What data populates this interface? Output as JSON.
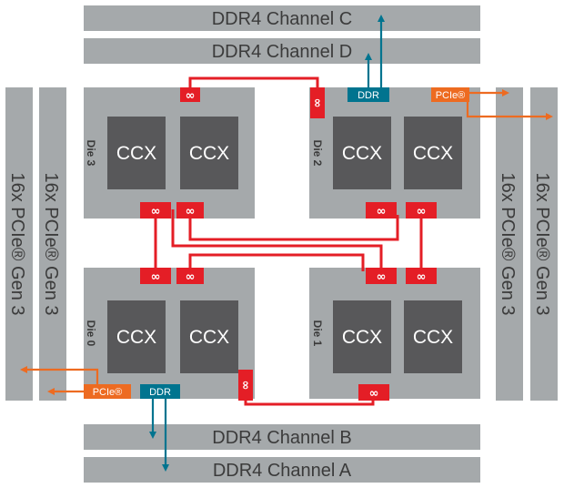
{
  "memory_channels": {
    "c": "DDR4 Channel C",
    "d": "DDR4 Channel D",
    "b": "DDR4 Channel B",
    "a": "DDR4 Channel A"
  },
  "pcie_lanes": {
    "left_outer": "16x PCIe® Gen 3",
    "left_inner": "16x PCIe® Gen 3",
    "right_inner": "16x PCIe® Gen 3",
    "right_outer": "16x PCIe® Gen 3"
  },
  "dies": {
    "die3": "Die 3",
    "die2": "Die 2",
    "die0": "Die 0",
    "die1": "Die 1"
  },
  "ccx_label": "CCX",
  "infinity_symbol": "∞",
  "ddr_label": "DDR",
  "pcie_label": "PCIe®",
  "colors": {
    "infinity_fabric": "#e41e26",
    "ddr": "#00748f",
    "pcie": "#ed6b21",
    "die": "#a5a9ab",
    "ccx": "#58585a"
  }
}
